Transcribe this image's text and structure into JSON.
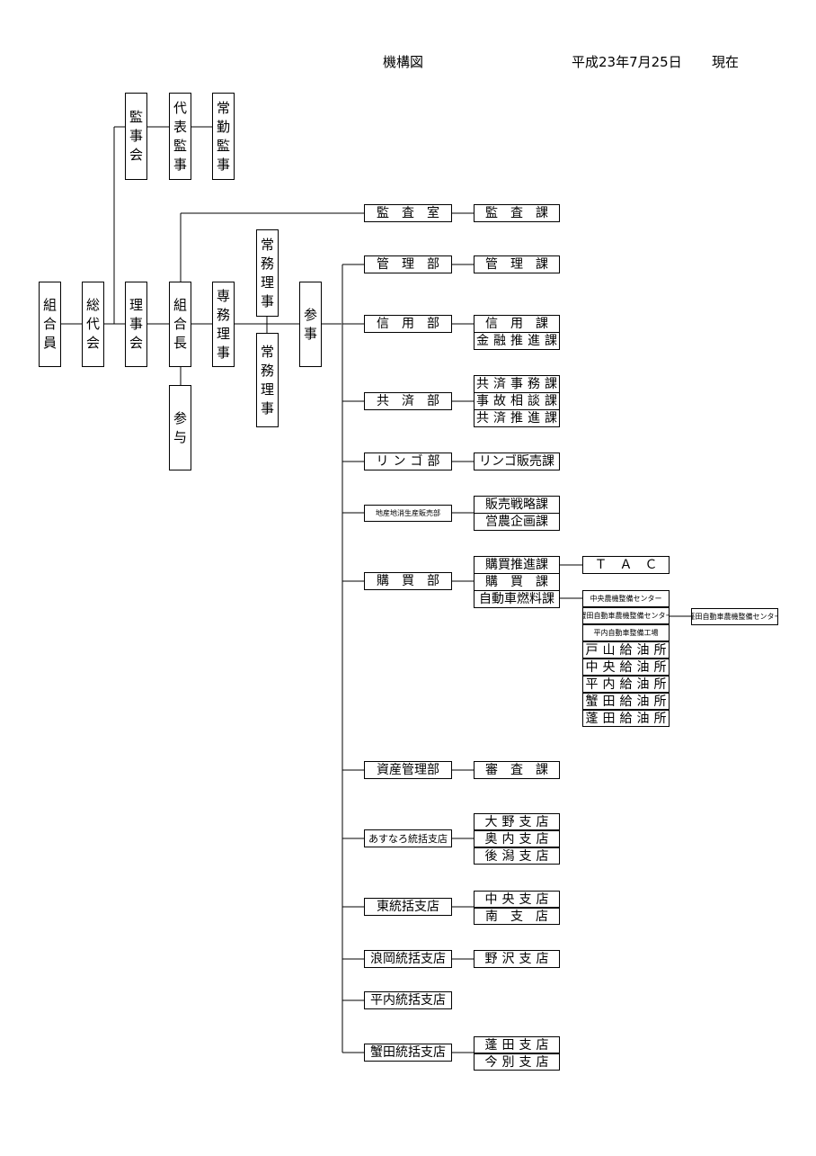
{
  "header": {
    "title": "機構図",
    "date": "平成23年7月25日",
    "status": "現在"
  },
  "top_org": {
    "members": "組合員",
    "general_meeting": "総代会",
    "board": "理事会",
    "president": "組合長",
    "senior_director": "専務理事",
    "managing_director_1": "常務理事",
    "managing_director_2": "常務理事",
    "secretary": "参事",
    "counselor": "参与"
  },
  "audit": {
    "auditors_board": "監事会",
    "representative_auditor": "代表監事",
    "fulltime_auditor": "常勤監事",
    "audit_office": "監　査　室",
    "audit_section": "監　査　課"
  },
  "departments": {
    "kanri": {
      "name": "管　理　部",
      "sections": [
        "管　理　課"
      ]
    },
    "shinyo": {
      "name": "信　用　部",
      "sections": [
        "信　用　課",
        "金融推進課"
      ]
    },
    "kyosai": {
      "name": "共　済　部",
      "sections": [
        "共済事務課",
        "事故相談課",
        "共済推進課"
      ]
    },
    "ringo": {
      "name": "リンゴ部",
      "sections": [
        "リンゴ販売課"
      ]
    },
    "chisan": {
      "name": "地産地消生産販売部",
      "sections": [
        "販売戦略課",
        "営農企画課"
      ]
    },
    "kobai": {
      "name": "購　買　部",
      "sections": [
        "購買推進課",
        "購　買　課",
        "自動車燃料課"
      ],
      "tac": "ＴＡＣ",
      "fuel_units": [
        "中央農機整備センター",
        "蟹田自動車農機整備センター",
        "平内自動車整備工場",
        "戸山給油所",
        "中央給油所",
        "平内給油所",
        "蟹田給油所",
        "蓬田給油所"
      ],
      "yomogita_center": "蓬田自動車農機整備センター"
    },
    "shisan": {
      "name": "資産管理部",
      "sections": [
        "審　査　課"
      ]
    },
    "asunaro": {
      "name": "あすなろ統括支店",
      "sections": [
        "大野支店",
        "奥内支店",
        "後潟支店"
      ]
    },
    "higashi": {
      "name": "東統括支店",
      "sections": [
        "中央支店",
        "南　支　店"
      ]
    },
    "namioka": {
      "name": "浪岡統括支店",
      "sections": [
        "野沢支店"
      ]
    },
    "hiranai": {
      "name": "平内統括支店",
      "sections": []
    },
    "kanita": {
      "name": "蟹田統括支店",
      "sections": [
        "蓬田支店",
        "今別支店"
      ]
    }
  }
}
